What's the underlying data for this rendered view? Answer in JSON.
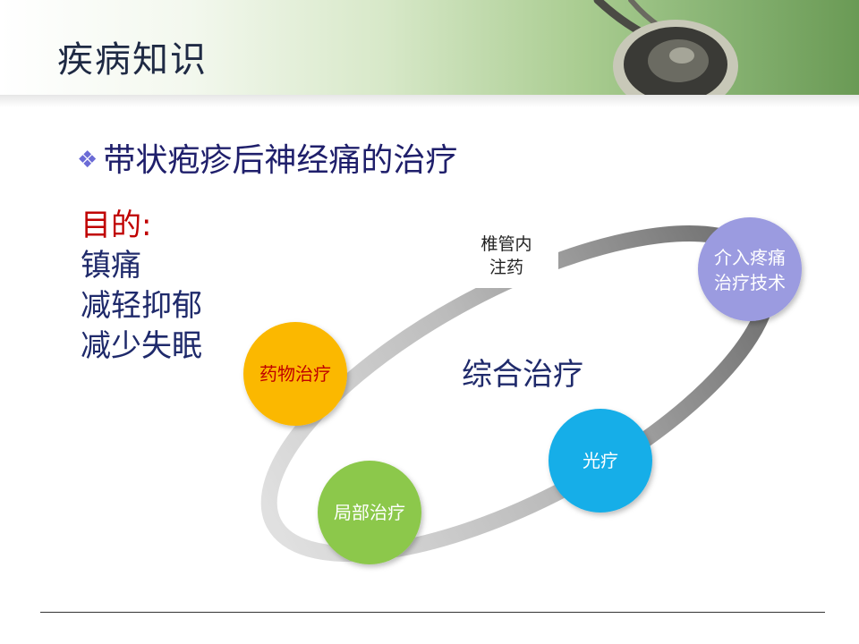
{
  "header": {
    "title": "疾病知识"
  },
  "subtitle": {
    "bullet_icon": "diamond-bullet-icon",
    "text": "带状疱疹后神经痛的治疗"
  },
  "goals": {
    "heading": "目的:",
    "items": [
      "镇痛",
      "减轻抑郁",
      "减少失眠"
    ]
  },
  "diagram": {
    "center_label": "综合治疗",
    "nodes": [
      {
        "id": "drug",
        "label": "药物治疗",
        "color": "#fbb800",
        "text_color": "#c00000"
      },
      {
        "id": "local",
        "label": "局部治疗",
        "color": "#8cc84b",
        "text_color": "#ffffff"
      },
      {
        "id": "light",
        "label": "光疗",
        "color": "#17aee8",
        "text_color": "#ffffff"
      },
      {
        "id": "intervention",
        "label": "介入疼痛治疗技术",
        "line1": "介入疼痛",
        "line2": "治疗技术",
        "color": "#9b9be0",
        "text_color": "#ffffff"
      }
    ],
    "spinal": {
      "line1": "椎管内",
      "line2": "注药"
    }
  }
}
